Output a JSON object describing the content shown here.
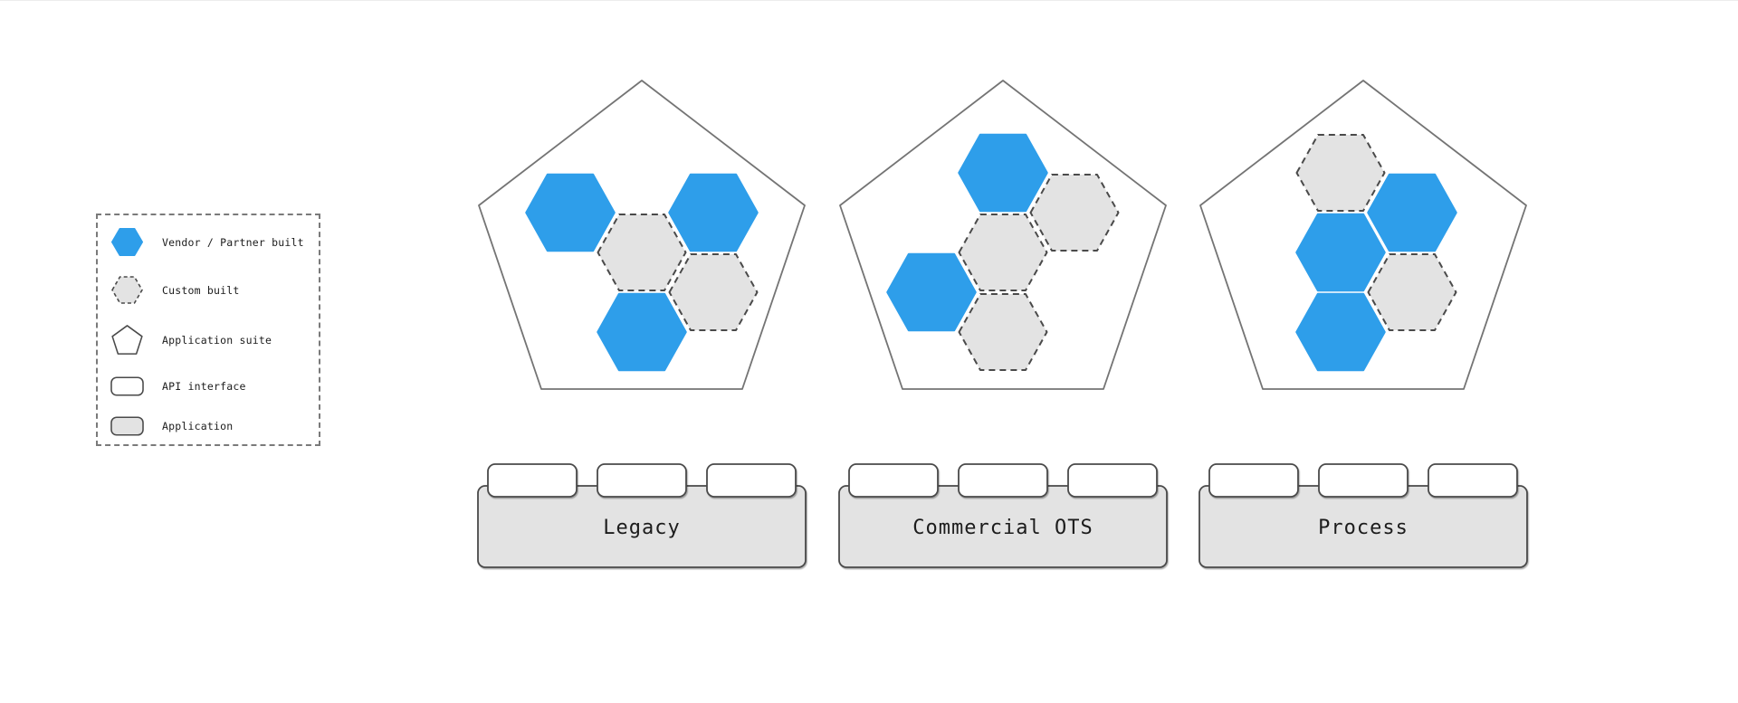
{
  "colors": {
    "vendor_built_blue": "#2E9EEA",
    "custom_built_gray": "#E3E3E3",
    "application_gray": "#E3E3E3",
    "outline_dark": "#4A4A4A",
    "pentagon_outline": "#747474",
    "legend_border": "#7A7A7A",
    "label_text": "#1C1C1C",
    "page_background": "#FFFFFF"
  },
  "legend": {
    "items": [
      {
        "icon": "vendor-built-hexagon-icon",
        "label": "Vendor / Partner built"
      },
      {
        "icon": "custom-built-hexagon-icon",
        "label": "Custom built"
      },
      {
        "icon": "application-suite-pentagon-icon",
        "label": "Application suite"
      },
      {
        "icon": "api-interface-icon",
        "label": "API interface"
      },
      {
        "icon": "application-icon",
        "label": "Application"
      }
    ]
  },
  "groups": [
    {
      "label": "Legacy",
      "api_interface_count": 3,
      "hexagons": [
        {
          "col": -1,
          "row": -0.5,
          "type": "vendor"
        },
        {
          "col": 1,
          "row": -0.5,
          "type": "vendor"
        },
        {
          "col": 0,
          "row": 0,
          "type": "custom"
        },
        {
          "col": 1,
          "row": 0.5,
          "type": "custom"
        },
        {
          "col": 0,
          "row": 1,
          "type": "vendor"
        }
      ]
    },
    {
      "label": "Commercial OTS",
      "api_interface_count": 3,
      "hexagons": [
        {
          "col": 0,
          "row": -1,
          "type": "vendor"
        },
        {
          "col": 1,
          "row": -0.5,
          "type": "custom"
        },
        {
          "col": 0,
          "row": 0,
          "type": "custom"
        },
        {
          "col": -1,
          "row": 0.5,
          "type": "vendor"
        },
        {
          "col": 0,
          "row": 1,
          "type": "custom"
        }
      ]
    },
    {
      "label": "Process",
      "api_interface_count": 3,
      "hexagons": [
        {
          "col": 0,
          "row": -1,
          "type": "custom"
        },
        {
          "col": 1,
          "row": -0.5,
          "type": "vendor"
        },
        {
          "col": 0,
          "row": 0,
          "type": "vendor"
        },
        {
          "col": 1,
          "row": 0.5,
          "type": "custom"
        },
        {
          "col": 0,
          "row": 1,
          "type": "vendor"
        }
      ]
    }
  ]
}
